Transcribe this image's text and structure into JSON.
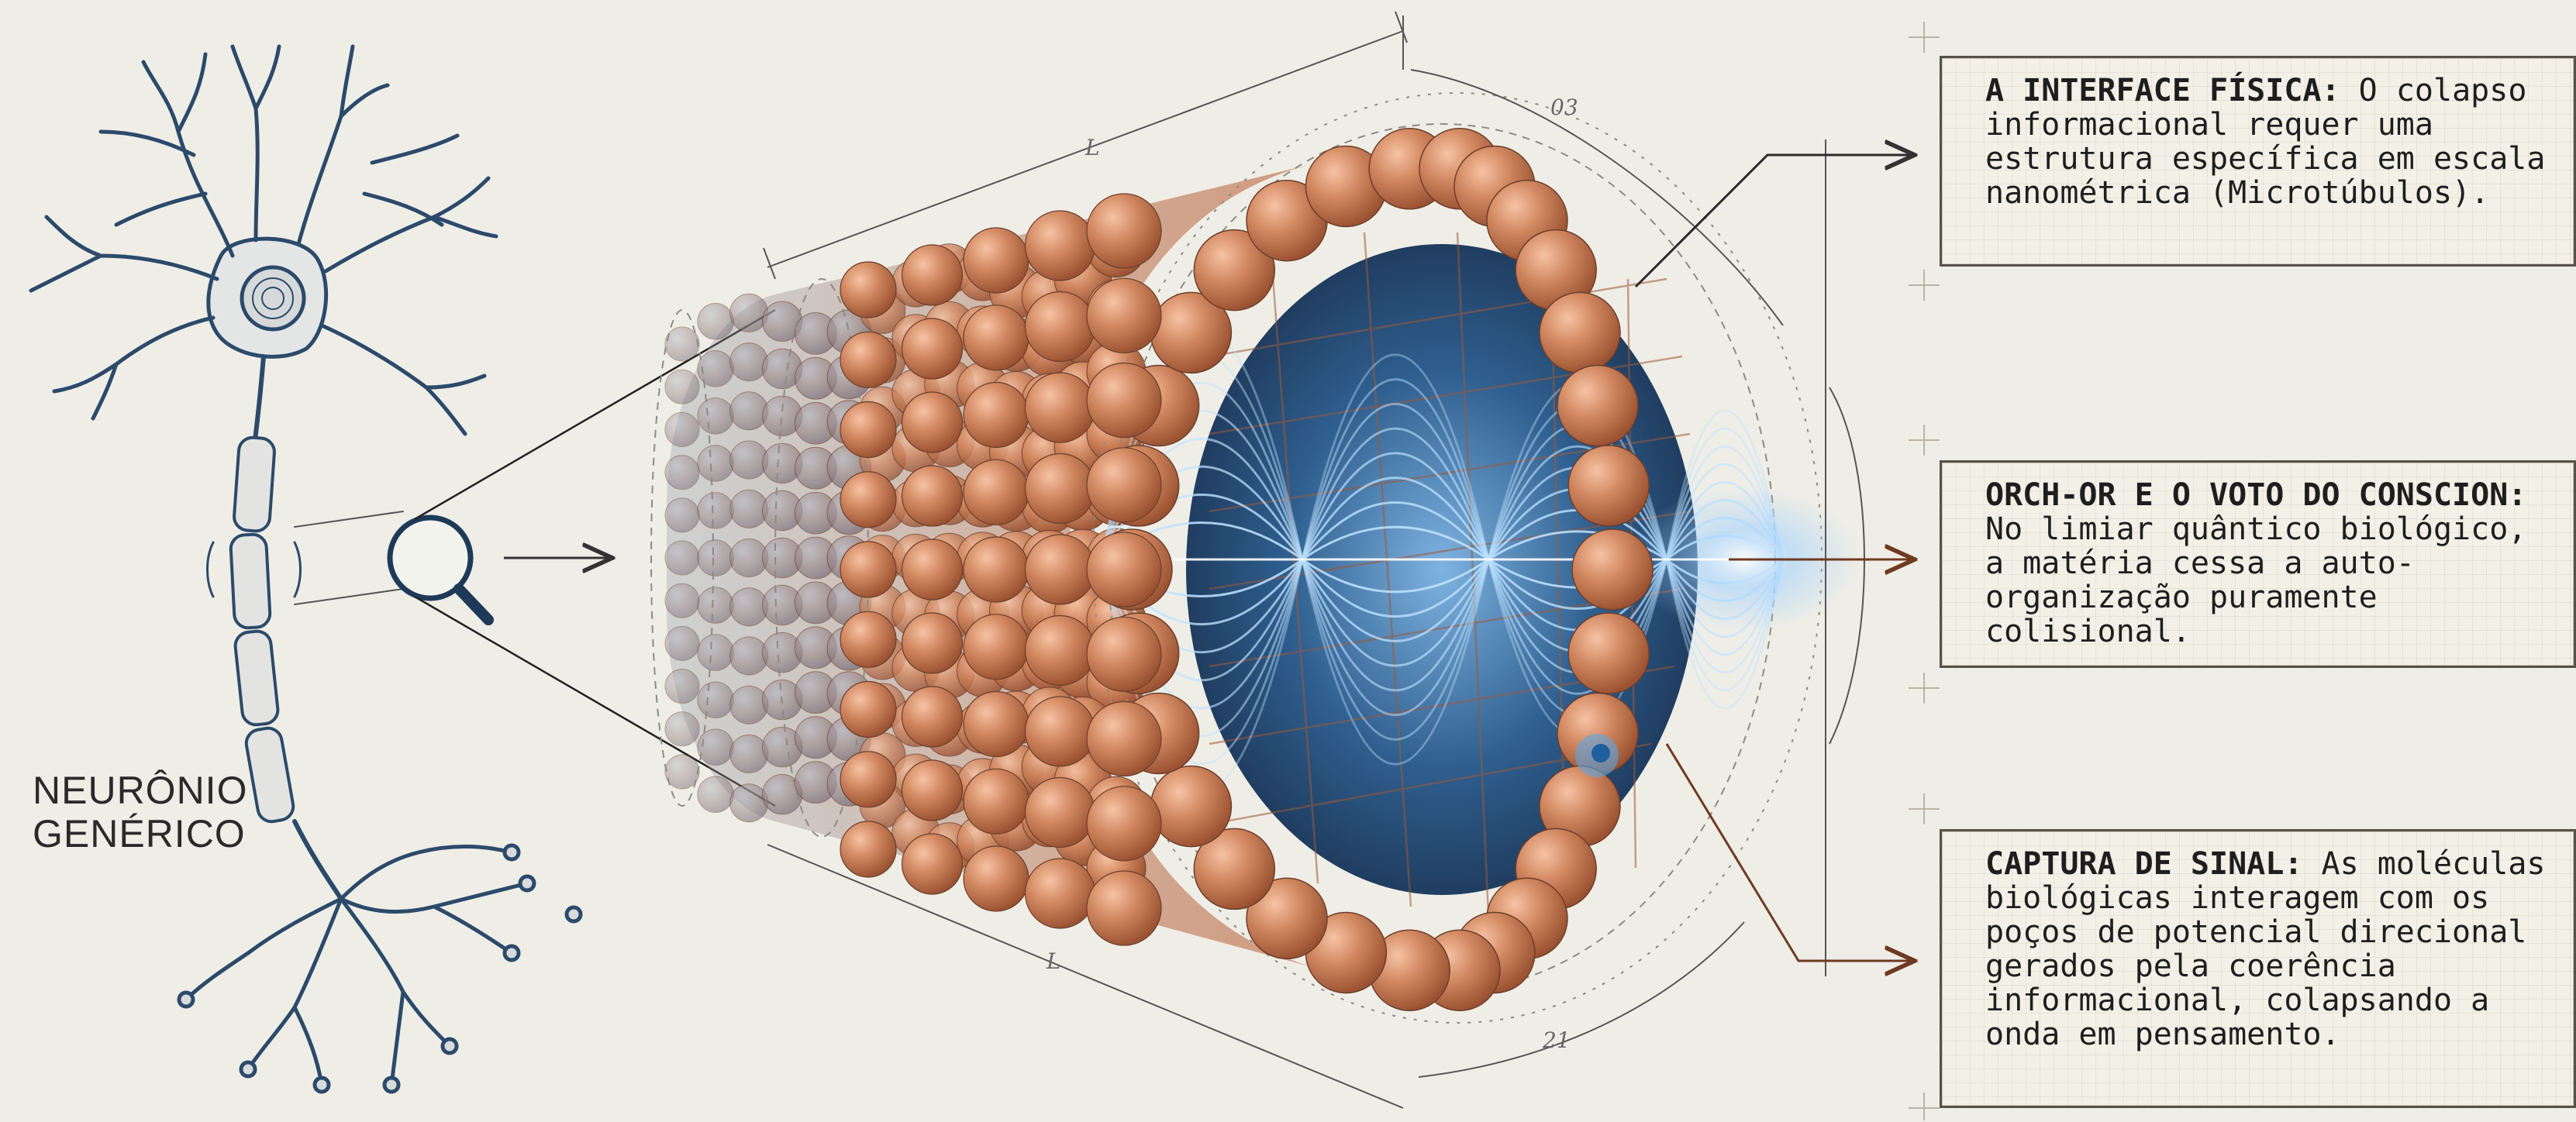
{
  "neuron_label": {
    "line1": "NEURÔNIO",
    "line2": "GENÉRICO"
  },
  "dimension_labels": {
    "length_top": "L",
    "angle_top": "03",
    "length_bottom": "L",
    "angle_bottom": "21"
  },
  "notes": [
    {
      "title": "A INTERFACE FÍSICA:",
      "body": "O colapso informacional requer uma estrutura específica em escala nanométrica (Microtúbulos)."
    },
    {
      "title": "ORCH-OR E O VOTO DO CONSCION:",
      "body": "No limiar quântico biológico, a matéria cessa a auto-organização puramente colisional."
    },
    {
      "title": "CAPTURA DE SINAL:",
      "body": "As moléculas biológicas interagem com os poços de potencial direcional gerados pela coerência informacional, colapsando a onda em pensamento."
    }
  ],
  "colors": {
    "paper": "#efeee6",
    "ink": "#2c4a6a",
    "tubulin": "#c97852",
    "wave": "#3f86c9",
    "text": "#1e1e1e"
  }
}
